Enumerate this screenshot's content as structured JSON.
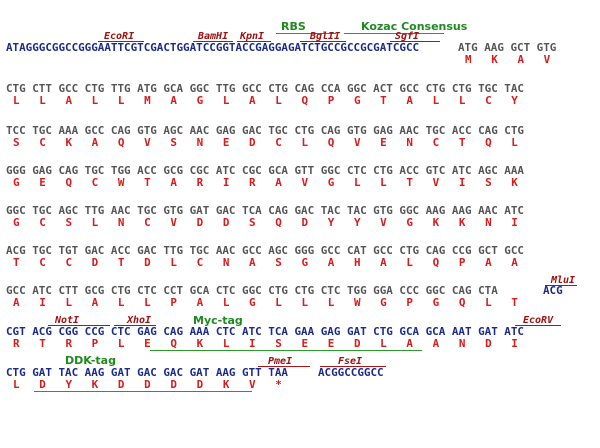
{
  "header": {
    "tags": {
      "rbs": "RBS",
      "kozac": "Kozac Consensus"
    },
    "sites": {
      "ecori": "EcoRI",
      "bamhi": "BamHI",
      "kpni": "KpnI",
      "bglii": "BglII",
      "sgfi": "SgfI"
    },
    "utr": "ATAGGGCGGCCGGGAATTCGTCGACTGGATCCGGTACCGAGGAGATCTGCCGCCGCGATCGCC",
    "codons": "ATG AAG GCT GTG",
    "aas": "M   K   A   V"
  },
  "rows": [
    {
      "codons": "CTG CTT GCC CTG TTG ATG GCA GGC TTG GCC CTG CAG CCA GGC ACT GCC CTG CTG TGC TAC",
      "aas": "L   L   A   L   L   M   A   G   L   A   L   Q   P   G   T   A   L   L   C   Y"
    },
    {
      "codons": "TCC TGC AAA GCC CAG GTG AGC AAC GAG GAC TGC CTG CAG GTG GAG AAC TGC ACC CAG CTG",
      "aas": "S   C   K   A   Q   V   S   N   E   D   C   L   Q   V   E   N   C   T   Q   L"
    },
    {
      "codons": "GGG GAG CAG TGC TGG ACC GCG CGC ATC CGC GCA GTT GGC CTC CTG ACC GTC ATC AGC AAA",
      "aas": "G   E   Q   C   W   T   A   R   I   R   A   V   G   L   L   T   V   I   S   K"
    },
    {
      "codons": "GGC TGC AGC TTG AAC TGC GTG GAT GAC TCA CAG GAC TAC TAC GTG GGC AAG AAG AAC ATC",
      "aas": "G   C   S   L   N   C   V   D   D   S   Q   D   Y   Y   V   G   K   K   N   I"
    },
    {
      "codons": "ACG TGC TGT GAC ACC GAC TTG TGC AAC GCC AGC GGG GCC CAT GCC CTG CAG CCG GCT GCC",
      "aas": "T   C   C   D   T   D   L   C   N   A   S   G   A   H   A   L   Q   P   A   A"
    },
    {
      "codons": "GCC ATC CTT GCG CTG CTC CCT GCA CTC GGC CTG CTG CTC TGG GGA CCC GGC CAG CTA",
      "last": "ACG",
      "aas": "A   I   L   A   L   L   P   A   L   G   L   L   L   W   G   P   G   Q   L   T",
      "site": "MluI"
    },
    {
      "codons": "CGT ACG CGG CCG CTC GAG CAG AAA CTC ATC TCA GAA GAG GAT CTG GCA GCA AAT GAT ATC",
      "aas": "R   T   R   P   L   E   Q   K   L   I   S   E   E   D   L   A   A   N   D   I",
      "sites": {
        "noti": "NotI",
        "xhoi": "XhoI",
        "ecorv": "EcoRV"
      },
      "tag": "Myc-tag"
    },
    {
      "codons": "CTG GAT TAC AAG GAT GAC GAC GAT AAG GTT TAA",
      "tail": "ACGGCCGGCC",
      "aas": "L   D   Y   K   D   D   D   D   K   V   *",
      "sites": {
        "pmei": "PmeI",
        "fsei": "FseI"
      },
      "tag": "DDK-tag"
    }
  ]
}
